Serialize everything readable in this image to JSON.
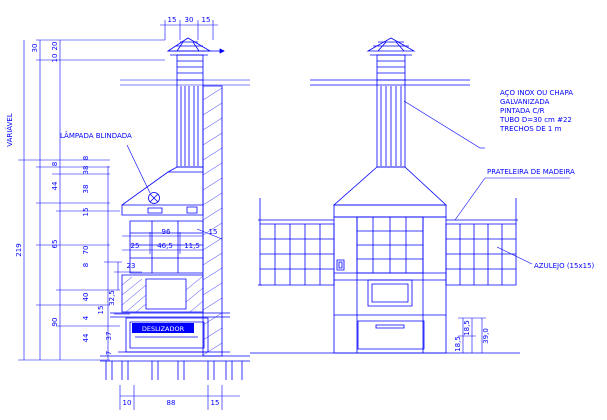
{
  "colors": {
    "line": "#0000ff",
    "background": "#ffffff",
    "label_fill": "#0000ff",
    "label_text": "#ffffff"
  },
  "labels": {
    "variavel": "VARIÁVEL",
    "lampada": "LÂMPADA BLINDADA",
    "aco_1": "AÇO INOX OU CHAPA",
    "aco_2": "GALVANIZADA",
    "aco_3": "PINTADA C/R",
    "aco_4": "TUBO D=30 cm #22",
    "aco_5": "TRECHOS DE 1 m",
    "prateleira": "PRATELEIRA DE MADEIRA",
    "azulejo": "AZULEJO (15x15)",
    "deslizador": "DESLIZADOR"
  },
  "dims": {
    "top_left": "15",
    "top_mid": "30",
    "top_right": "15",
    "v30": "30",
    "v20": "20",
    "v10": "10",
    "v8": "8",
    "v44a": "44",
    "v38": "38",
    "v15": "15",
    "v219": "219",
    "v65": "65",
    "v70": "70",
    "v8b": "8",
    "v40": "40",
    "v23": "23",
    "v90": "90",
    "v15b": "15",
    "v32_5": "32,5",
    "v4": "4",
    "v44b": "44",
    "v37": "37",
    "v7": "7",
    "h96": "96",
    "h25": "25",
    "h46_5": "46,5",
    "h11_5": "11,5",
    "h15": "15",
    "b10": "10",
    "b88": "88",
    "b15": "15",
    "r18a": "18,5",
    "r18b": "18,5",
    "r39": "39,0"
  }
}
